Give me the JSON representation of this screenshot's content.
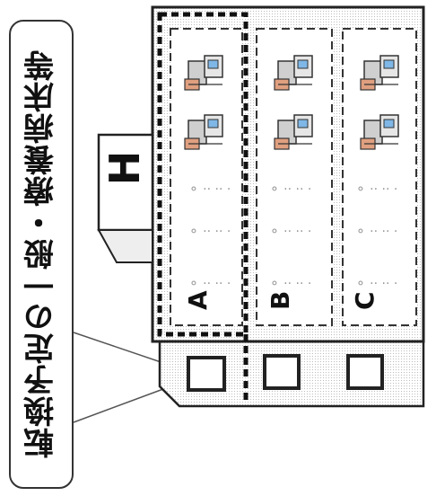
{
  "callout": {
    "label": "転換予定の一般・療養病床等"
  },
  "building": {
    "sign": "H",
    "wards": [
      {
        "id": "A"
      },
      {
        "id": "B"
      },
      {
        "id": "C"
      }
    ]
  }
}
